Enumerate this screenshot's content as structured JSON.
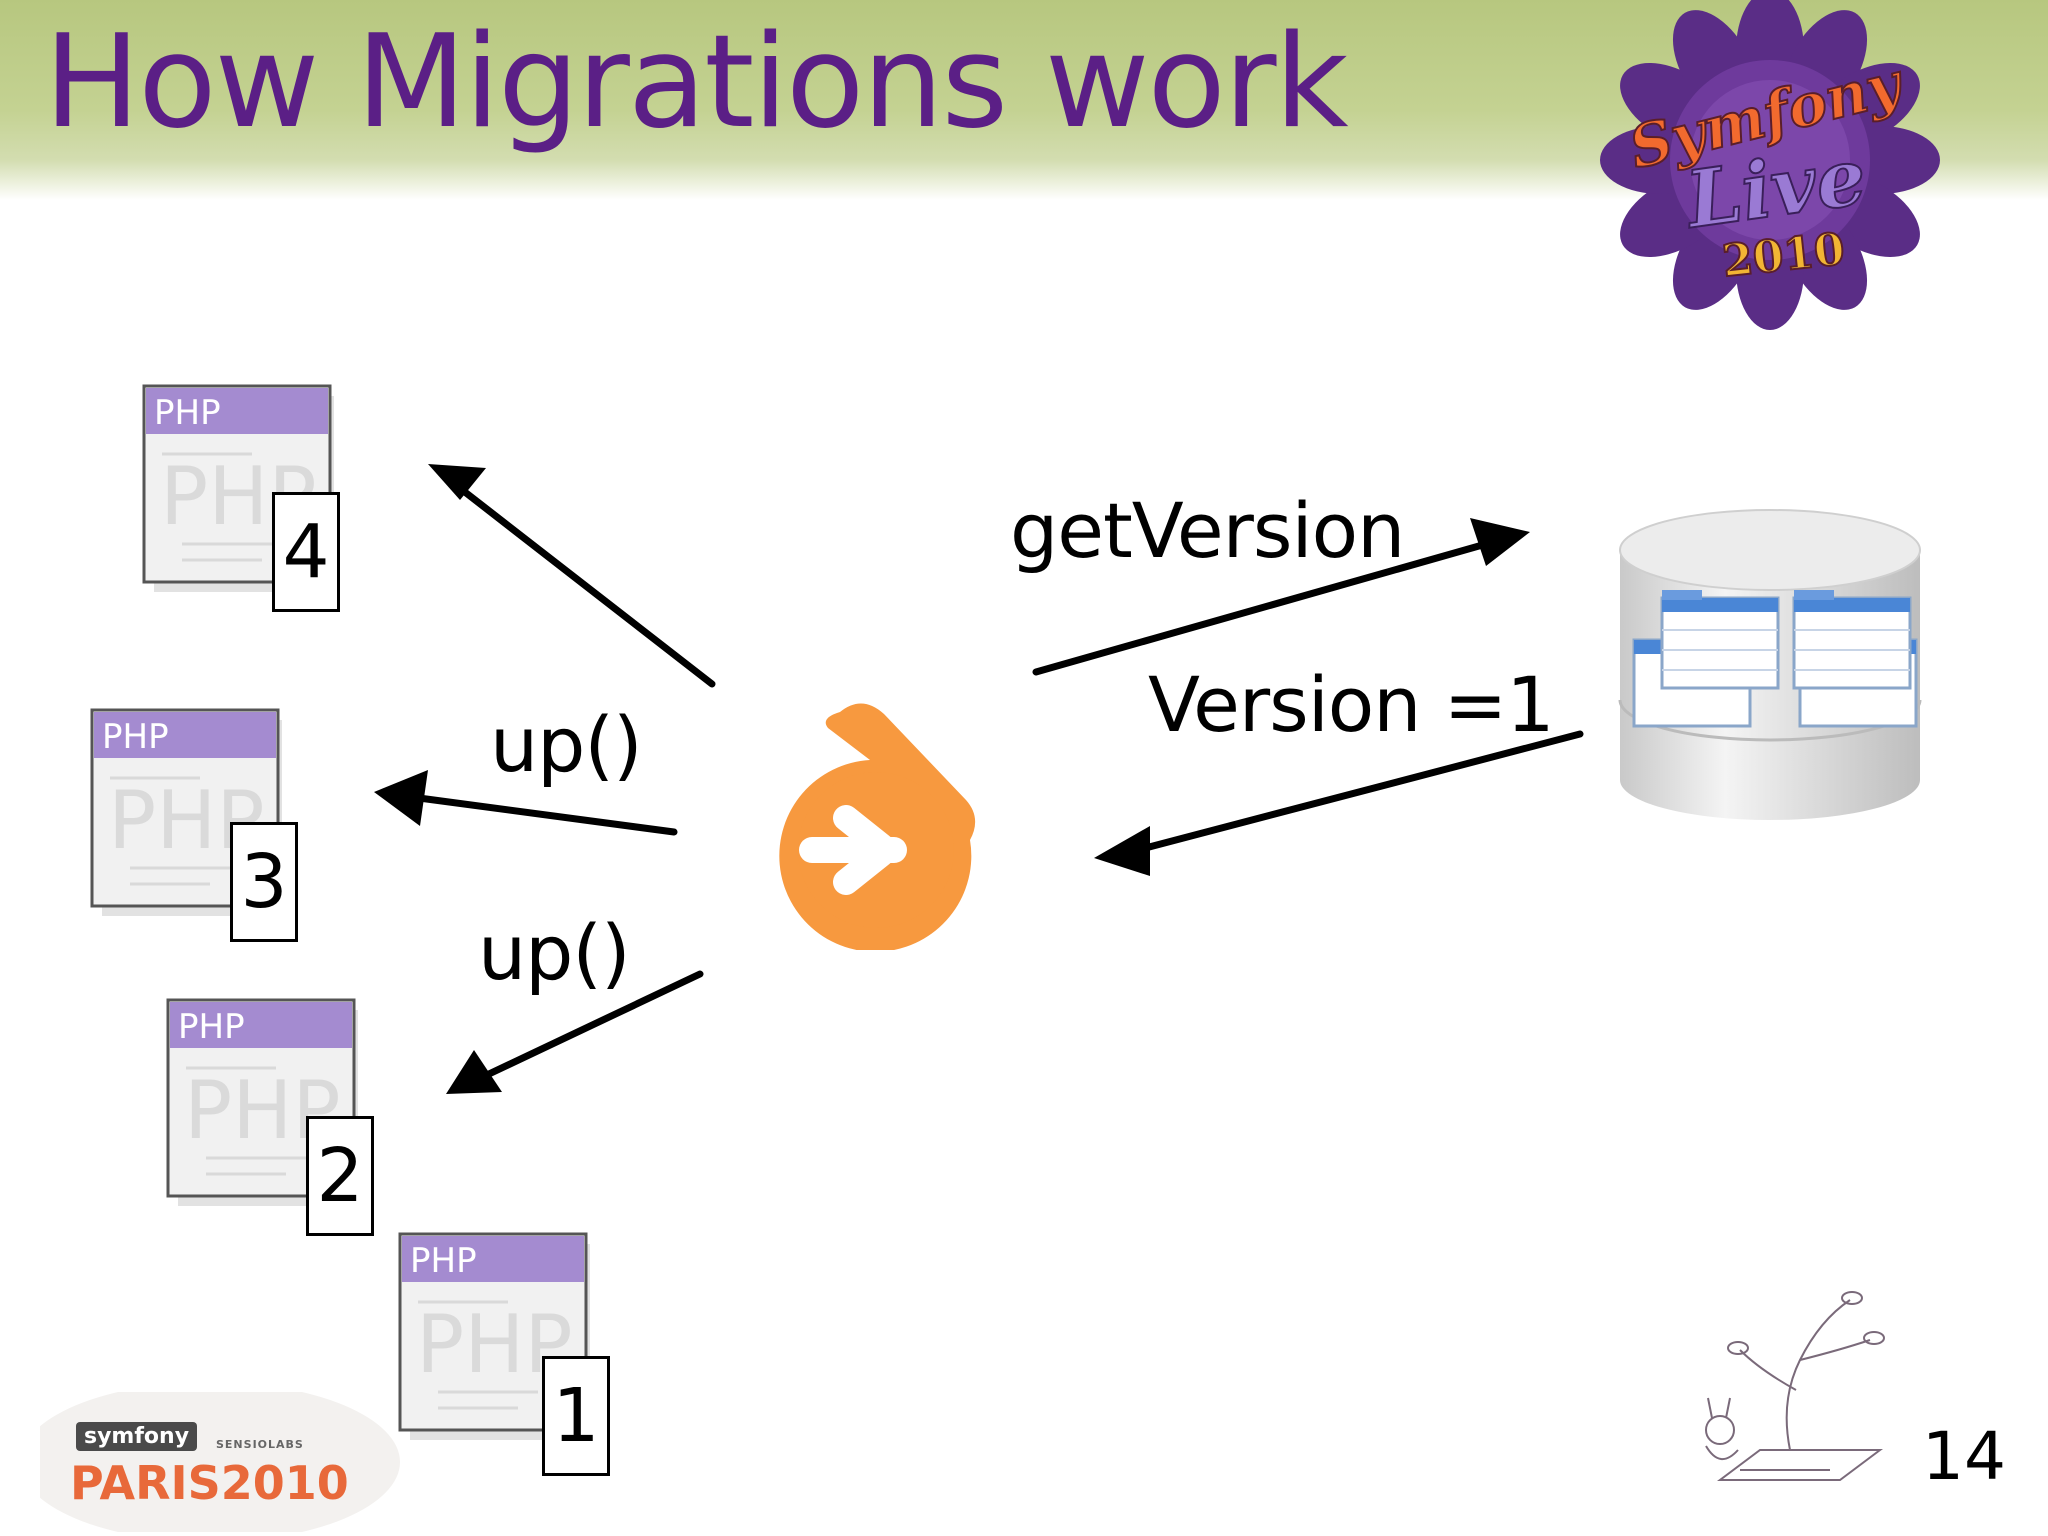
{
  "slide": {
    "title": "How Migrations work",
    "page_number": "14"
  },
  "labels": {
    "get_version": "getVersion",
    "version_result": "Version =1",
    "up_call_1": "up()",
    "up_call_2": "up()"
  },
  "migrations": [
    {
      "number": "4",
      "file_label": "PHP"
    },
    {
      "number": "3",
      "file_label": "PHP"
    },
    {
      "number": "2",
      "file_label": "PHP"
    },
    {
      "number": "1",
      "file_label": "PHP"
    }
  ],
  "event_logo": {
    "line1": "Symfony",
    "line2": "Live",
    "line3": "2010"
  },
  "footer": {
    "sponsor": "symfony",
    "company": "SENSIOLABS",
    "event": "PARIS2010"
  },
  "colors": {
    "title": "#5b1f86",
    "header_band": "#b7c77f",
    "doctrine_orange": "#f7993f",
    "flower_purple": "#5a2d86",
    "arrow": "#000000"
  },
  "icons": {
    "migration_file": "php-file-icon",
    "migration_tool": "doctrine-logo-icon",
    "database": "database-icon"
  }
}
